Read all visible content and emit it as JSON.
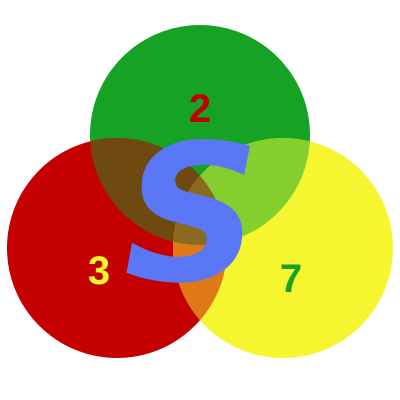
{
  "diagram": {
    "circles": [
      {
        "id": "top",
        "label": "2",
        "fill": "#16a325",
        "label_color": "#c00000"
      },
      {
        "id": "left",
        "label": "3",
        "fill": "#c40000",
        "label_color": "#f5f530"
      },
      {
        "id": "right",
        "label": "7",
        "fill": "#f5f530",
        "label_color": "#16a325"
      }
    ],
    "overlaps": {
      "top_left": "#6e4a10",
      "top_right": "#84cf2e",
      "left_right": "#e07818",
      "all": "#8a6a20"
    },
    "center_mark": {
      "text": "S",
      "color": "#5a78f5"
    }
  }
}
